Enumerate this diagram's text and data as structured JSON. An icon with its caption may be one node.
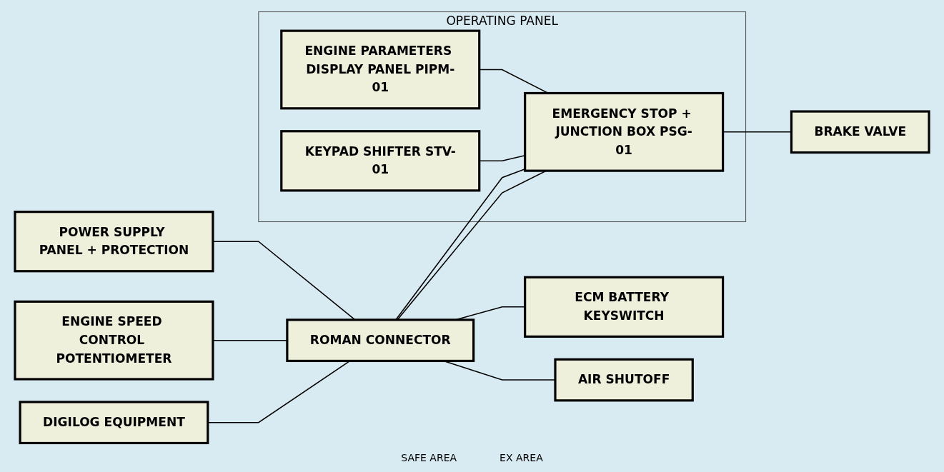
{
  "diagram": {
    "nodes": [
      {
        "text": [
          "POWER SUPPLY PANEL + PROTECTION"
        ]
      },
      {
        "text": [
          "ENGINE SPEED CONTROL POTENTIOMETER"
        ]
      },
      {
        "text": [
          "OPERATING PANEL"
        ]
      },
      {
        "text": [
          "ENGINE PARAMETERS DISPLAY PANEL PIPM-01"
        ],
        "in": 2
      },
      {
        "text": [
          "KEYPAD SHIFTER STV-01"
        ],
        "in": 2
      },
      {
        "text": [
          "DIGILOG EQUIPMENT"
        ]
      },
      {
        "text": [
          "ROMAN CONNECTOR"
        ]
      },
      {
        "text": [
          "EMERGENCY STOP + JUNCTION BOX PSG-01"
        ],
        "in": 2
      },
      {
        "text": [
          "ECM BATTERY KEYSWITCH"
        ]
      },
      {
        "text": [
          "AIR SHUTOFF"
        ]
      },
      {
        "text": [
          "BRAKE VALVE"
        ]
      }
    ],
    "edges": [
      {
        "from": 0,
        "to": 6,
        "arrow": "none"
      },
      {
        "from": 1,
        "to": 6,
        "arrow": "none"
      },
      {
        "from": 5,
        "to": 6,
        "arrow": "none"
      },
      {
        "from": 6,
        "to": 8,
        "arrow": "none"
      },
      {
        "from": 6,
        "to": 9,
        "arrow": "none"
      },
      {
        "from": 6,
        "to": 7,
        "arrow": "none"
      },
      {
        "from": 6,
        "to": 7,
        "arrow": "none"
      },
      {
        "from": 3,
        "to": 7,
        "arrow": "none"
      },
      {
        "from": 4,
        "to": 7,
        "arrow": "none"
      },
      {
        "from": 7,
        "to": 10,
        "arrow": "none"
      }
    ],
    "labels": [
      "SAFE AREA",
      "EX AREA"
    ]
  }
}
